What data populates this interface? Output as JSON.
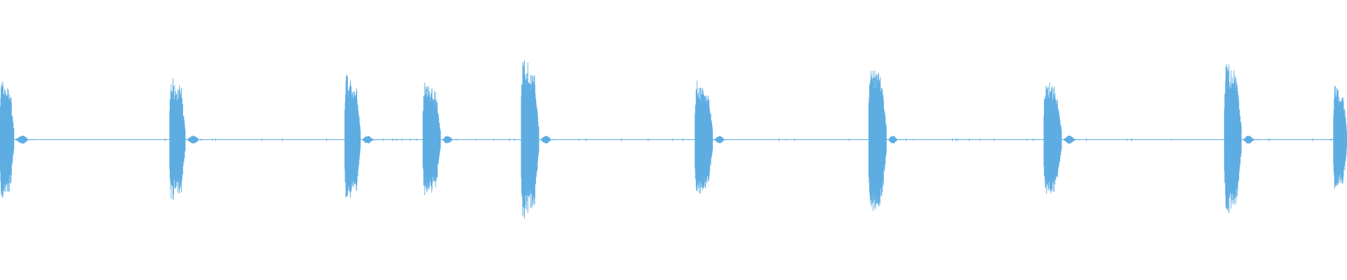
{
  "waveform": {
    "wave_color": "#5dade2",
    "background_color": "#ffffff",
    "bursts": [
      {
        "time": 0.0,
        "duration": 0.0103,
        "peak": 0.46,
        "tail": 0.013
      },
      {
        "time": 0.126,
        "duration": 0.0115,
        "peak": 0.47,
        "tail": 0.0122
      },
      {
        "time": 0.256,
        "duration": 0.0115,
        "peak": 0.48,
        "tail": 0.0112
      },
      {
        "time": 0.314,
        "duration": 0.013,
        "peak": 0.44,
        "tail": 0.0104
      },
      {
        "time": 0.387,
        "duration": 0.013,
        "peak": 0.61,
        "tail": 0.0108
      },
      {
        "time": 0.516,
        "duration": 0.013,
        "peak": 0.44,
        "tail": 0.01
      },
      {
        "time": 0.645,
        "duration": 0.013,
        "peak": 0.58,
        "tail": 0.0094
      },
      {
        "time": 0.775,
        "duration": 0.013,
        "peak": 0.44,
        "tail": 0.0122
      },
      {
        "time": 0.909,
        "duration": 0.0125,
        "peak": 0.58,
        "tail": 0.0108
      },
      {
        "time": 0.99,
        "duration": 0.01,
        "peak": 0.4,
        "tail": 0.0
      }
    ]
  }
}
